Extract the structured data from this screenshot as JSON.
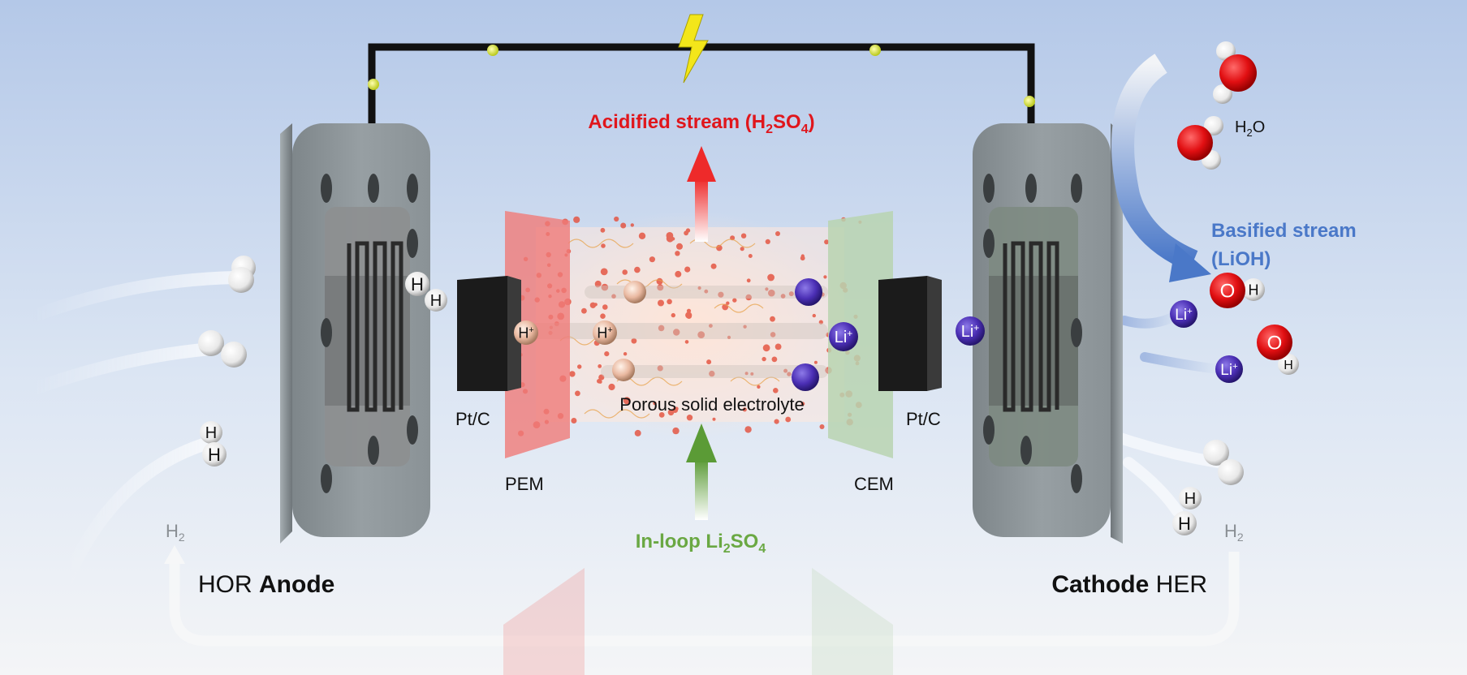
{
  "title": {
    "acid_pre": "Acidified stream (H",
    "acid_sub1": "2",
    "acid_mid": "SO",
    "acid_sub2": "4",
    "acid_post": ")",
    "acid_color": "#e0161c"
  },
  "feed": {
    "pre": "In-loop Li",
    "sub1": "2",
    "mid": "SO",
    "sub2": "4",
    "color": "#6aa843"
  },
  "basified": {
    "line1": "Basified stream",
    "line2": "(LiOH)",
    "color": "#4a78c8"
  },
  "water": {
    "pre": "H",
    "sub": "2",
    "post": "O"
  },
  "anode": {
    "regular": "HOR ",
    "bold": "Anode"
  },
  "cathode": {
    "bold": "Cathode",
    "regular": " HER"
  },
  "h2_left": {
    "pre": "H",
    "sub": "2"
  },
  "h2_right": {
    "pre": "H",
    "sub": "2"
  },
  "labels": {
    "ptc_left": "Pt/C",
    "ptc_right": "Pt/C",
    "pem": "PEM",
    "cem": "CEM",
    "electrolyte": "Porous solid electrolyte"
  },
  "atoms": {
    "h": "H",
    "o": "O",
    "hplus": "H",
    "liplus": "Li",
    "plus": "+"
  },
  "colors": {
    "plate": "#8a9296",
    "pem": "#f07a78",
    "cem": "#b9d3b0",
    "li_ion": "#4b2fb5",
    "oxygen": "#e10f12",
    "wire": "#111111",
    "bolt": "#f3e61a"
  },
  "icons": [
    "lightning-bolt-icon",
    "arrow-up-icon",
    "curved-arrow-icon"
  ]
}
